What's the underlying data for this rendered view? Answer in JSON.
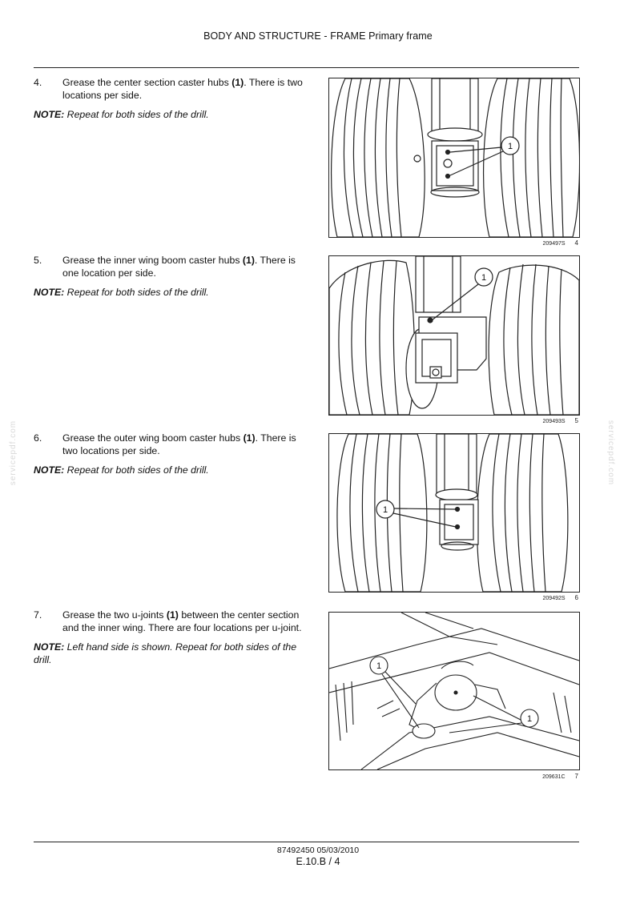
{
  "header": {
    "title": "BODY AND STRUCTURE - FRAME Primary frame"
  },
  "steps": [
    {
      "num": "4.",
      "pre": "Grease the center section caster hubs ",
      "ref": "(1)",
      "post": ". There is two locations per side.",
      "note_label": "NOTE:",
      "note_text": " Repeat for both sides of the drill."
    },
    {
      "num": "5.",
      "pre": "Grease the inner wing boom caster hubs ",
      "ref": "(1)",
      "post": ". There is one location per side.",
      "note_label": "NOTE:",
      "note_text": " Repeat for both sides of the drill."
    },
    {
      "num": "6.",
      "pre": "Grease the outer wing boom caster hubs ",
      "ref": "(1)",
      "post": ". There is two locations per side.",
      "note_label": "NOTE:",
      "note_text": " Repeat for both sides of the drill."
    },
    {
      "num": "7.",
      "pre": "Grease the two u-joints ",
      "ref": "(1)",
      "post": " between the center section and the inner wing. There are four locations per u-joint.",
      "note_label": "NOTE:",
      "note_text": " Left hand side is shown. Repeat for both sides of the drill."
    }
  ],
  "figures": [
    {
      "code": "209497S",
      "num": "4",
      "callout": "1"
    },
    {
      "code": "209493S",
      "num": "5",
      "callout": "1"
    },
    {
      "code": "209492S",
      "num": "6",
      "callout": "1"
    },
    {
      "code": "209631C",
      "num": "7",
      "callout": "1"
    }
  ],
  "watermark": "servicepdf.com",
  "footer": {
    "doc": "87492450 05/03/2010",
    "page": "E.10.B / 4"
  }
}
